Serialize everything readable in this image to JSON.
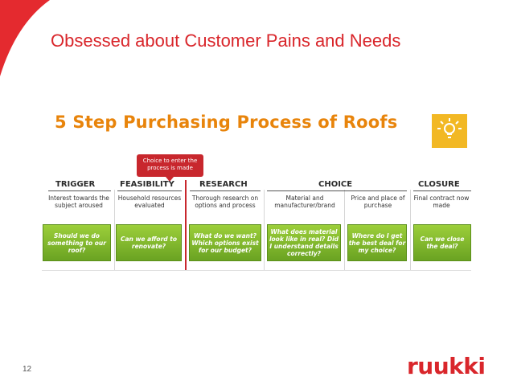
{
  "slide": {
    "title": "Obsessed about Customer Pains and Needs",
    "page_number": "12",
    "logo_text": "ruukki",
    "accent_color": "#d9262b"
  },
  "process": {
    "title": "5 Step Purchasing Process of Roofs",
    "title_color": "#e8840b",
    "icon": "lightbulb-icon",
    "callout": "Choice to enter the process is made",
    "steps": [
      {
        "name": "TRIGGER",
        "desc": "Interest towards the subject aroused",
        "question": "Should we do something to our roof?"
      },
      {
        "name": "FEASIBILITY",
        "desc": "Household resources evaluated",
        "question": "Can we afford to renovate?"
      },
      {
        "name": "RESEARCH",
        "desc": "Thorough research on options and process",
        "question": "What do we want? Which options exist for our budget?"
      },
      {
        "name": "CHOICE",
        "desc_a": "Material and manufacturer/brand",
        "desc_b": "Price and place of purchase",
        "question_a": "What does material look like in real? Did I understand details correctly?",
        "question_b": "Where do I get the best deal for my choice?"
      },
      {
        "name": "CLOSURE",
        "desc": "Final contract now made",
        "question": "Can we close the deal?"
      }
    ]
  }
}
